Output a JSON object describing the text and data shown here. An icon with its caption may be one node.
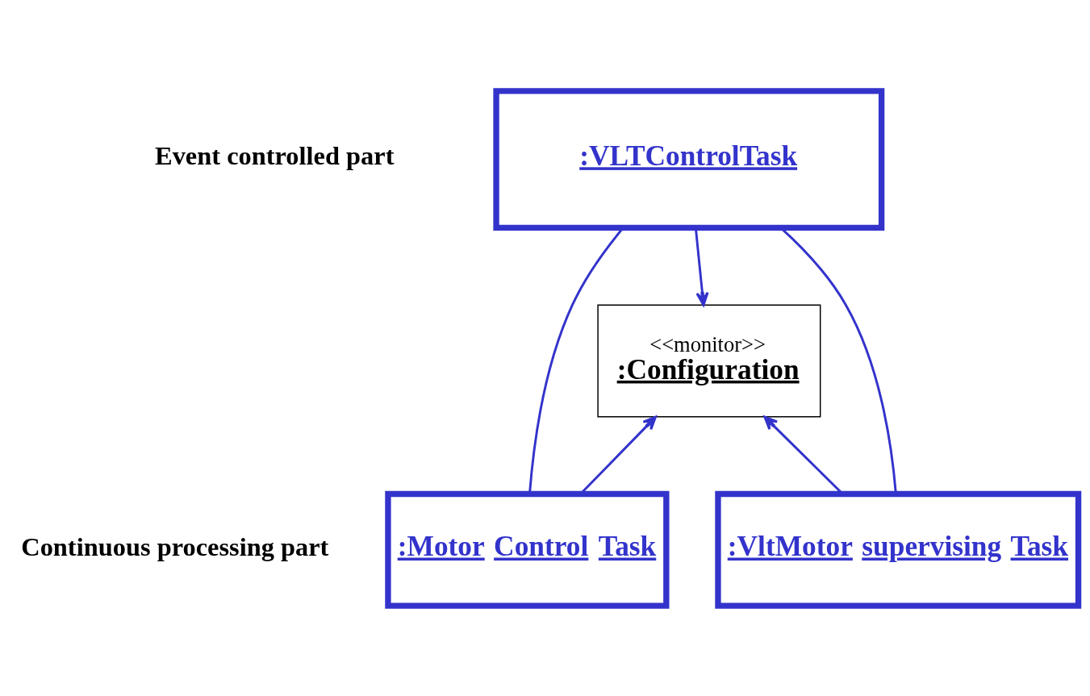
{
  "diagram": {
    "nodes": [
      {
        "text": [
          ":VLTControlTask"
        ]
      },
      {
        "text": [
          "<<monitor>>",
          ":Configuration"
        ]
      },
      {
        "text": [
          ":Motor Control Task"
        ]
      },
      {
        "text": [
          ":VltMotor supervising Task"
        ]
      }
    ],
    "edges": [
      {
        "from": 0,
        "to": 1,
        "arrow": "to"
      },
      {
        "from": 0,
        "to": 2,
        "arrow": "none"
      },
      {
        "from": 0,
        "to": 3,
        "arrow": "none"
      },
      {
        "from": 2,
        "to": 1,
        "arrow": "to"
      },
      {
        "from": 3,
        "to": 1,
        "arrow": "to"
      }
    ],
    "labels": [
      "Event controlled part",
      "Continuous processing part"
    ]
  }
}
